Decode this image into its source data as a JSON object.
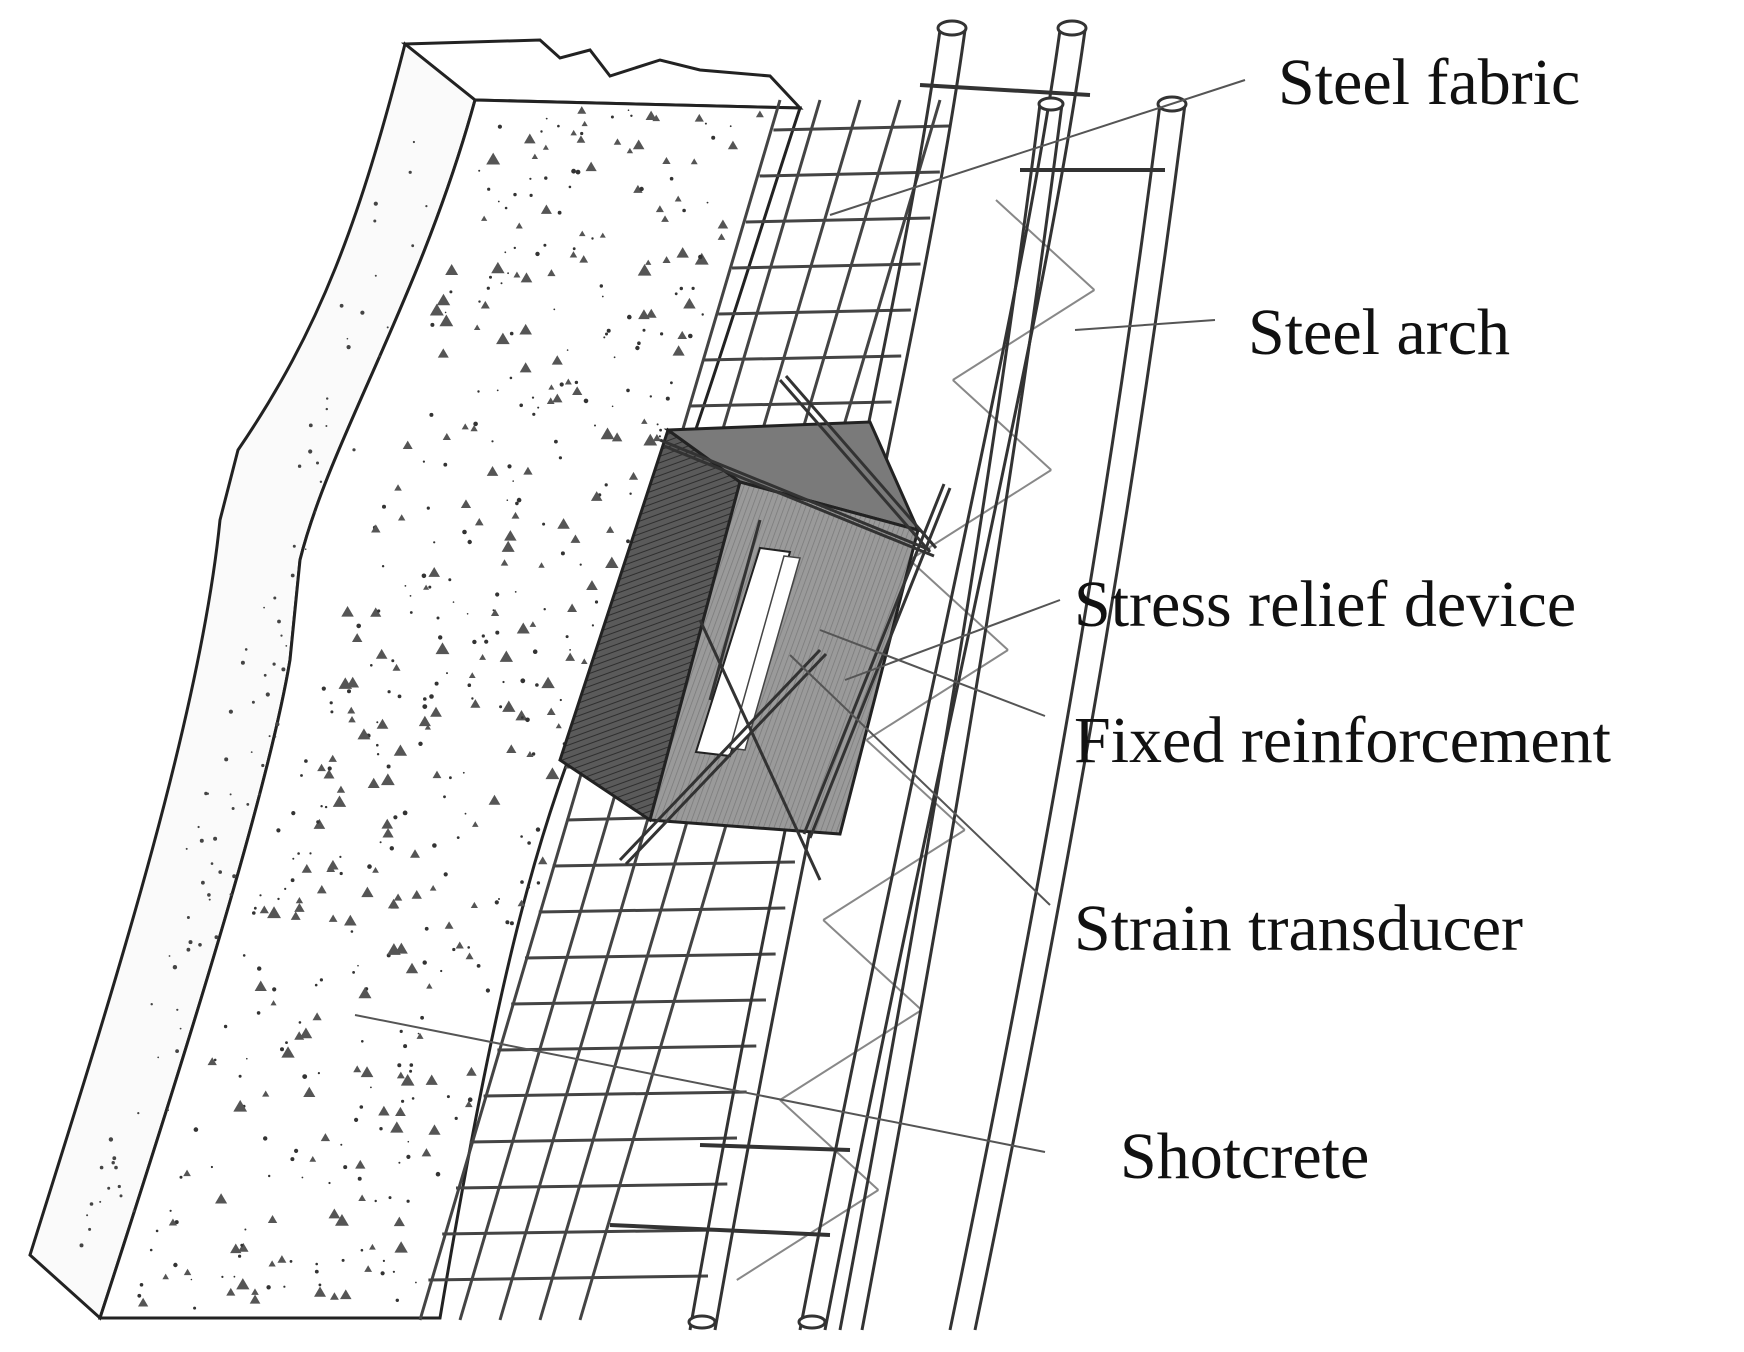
{
  "labels": {
    "steel_fabric": "Steel fabric",
    "steel_arch": "Steel arch",
    "stress_relief_device": "Stress relief device",
    "fixed_reinforcement": "Fixed reinforcement",
    "strain_transducer": "Strain transducer",
    "shotcrete": "Shotcrete"
  },
  "colors": {
    "ink": "#111111",
    "line": "#555555",
    "device_dark": "#4a4a4a",
    "device_mid": "#8a8a8a",
    "device_light": "#b5b5b5",
    "background": "#ffffff"
  }
}
